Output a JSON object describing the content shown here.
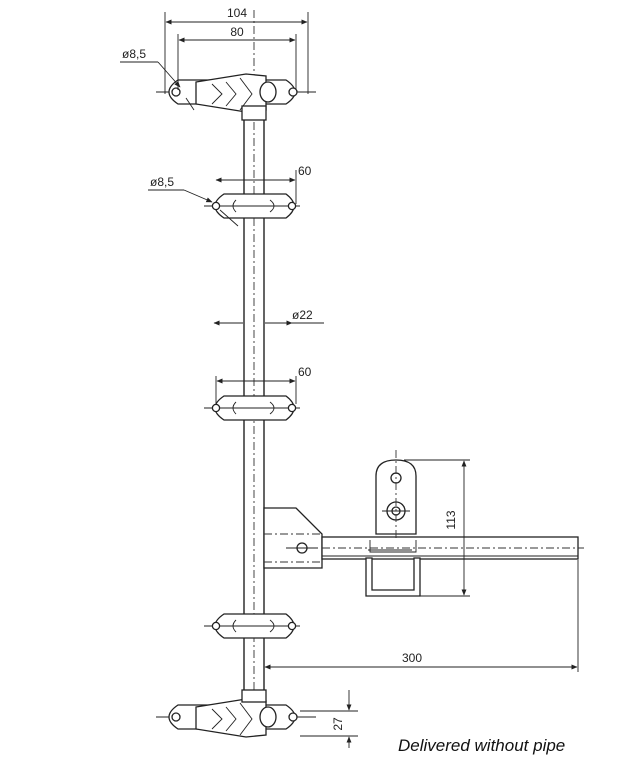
{
  "dimensions": {
    "overall_width": "104",
    "hole_spacing_top": "80",
    "hole_dia_top": "ø8,5",
    "guide_spacing_1": "60",
    "hole_dia_guide": "ø8,5",
    "pipe_dia": "ø22",
    "guide_spacing_2": "60",
    "keeper_height": "113",
    "handle_length": "300",
    "bottom_height": "27"
  },
  "caption": "Delivered without pipe",
  "colors": {
    "line": "#222222",
    "background": "#ffffff"
  }
}
